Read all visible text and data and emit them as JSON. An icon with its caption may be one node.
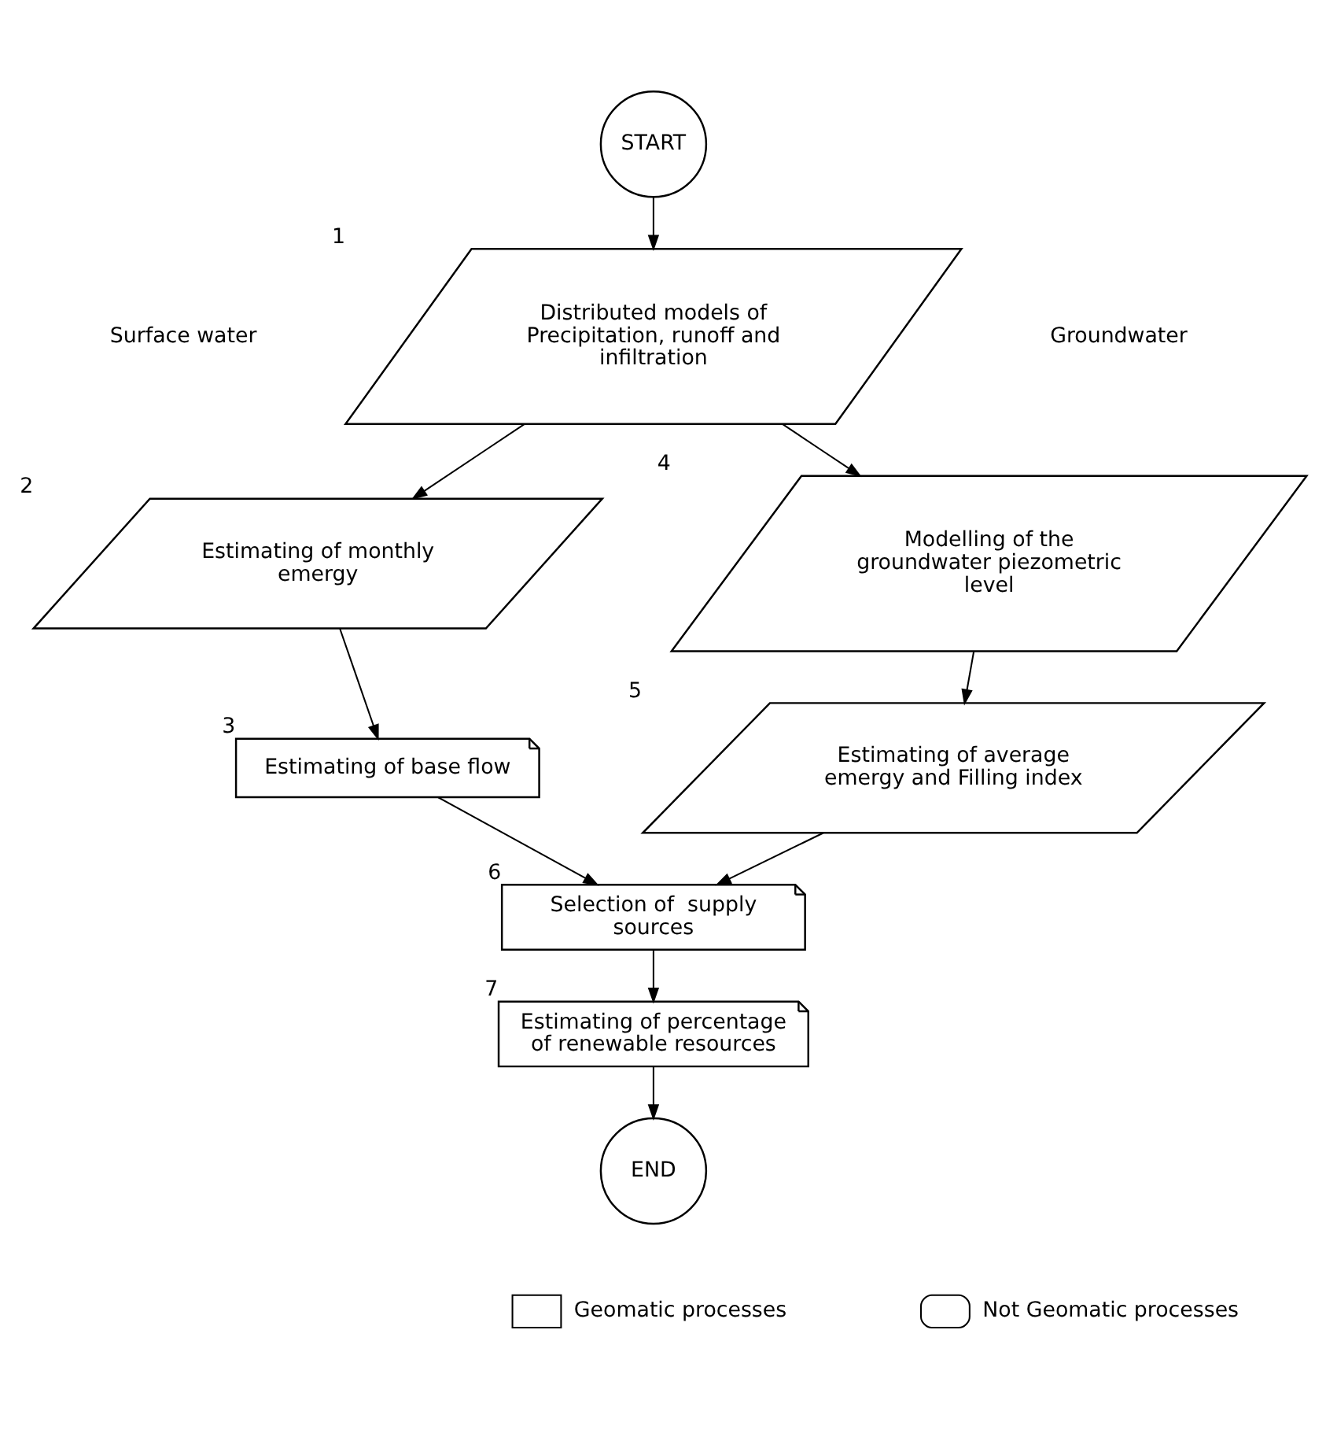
{
  "diagram": {
    "nodes": [
      {
        "text": [
          "START"
        ]
      },
      {
        "text": [
          "Distributed models of Precipitation, runoff and infiltration"
        ],
        "beside": [
          "1"
        ]
      },
      {
        "text": [
          "Estimating of monthly emergy"
        ],
        "beside": [
          "2"
        ]
      },
      {
        "text": [
          "Estimating of base flow"
        ],
        "beside": [
          "3"
        ]
      },
      {
        "text": [
          "Modelling of the groundwater piezometric level"
        ],
        "beside": [
          "4"
        ]
      },
      {
        "text": [
          "Estimating of average emergy and Filling index"
        ],
        "beside": [
          "5"
        ]
      },
      {
        "text": [
          "Selection of  supply sources"
        ],
        "beside": [
          "6"
        ]
      },
      {
        "text": [
          "Estimating of percentage of renewable resources"
        ],
        "beside": [
          "7"
        ]
      },
      {
        "text": [
          "END"
        ]
      }
    ],
    "edges": [
      {
        "from": 0,
        "to": 1,
        "arrow": "to"
      },
      {
        "from": 1,
        "to": 2,
        "arrow": "to"
      },
      {
        "from": 1,
        "to": 4,
        "arrow": "to"
      },
      {
        "from": 2,
        "to": 3,
        "arrow": "to"
      },
      {
        "from": 4,
        "to": 5,
        "arrow": "to"
      },
      {
        "from": 3,
        "to": 6,
        "arrow": "to"
      },
      {
        "from": 5,
        "to": 6,
        "arrow": "to"
      },
      {
        "from": 6,
        "to": 7,
        "arrow": "to"
      },
      {
        "from": 7,
        "to": 8,
        "arrow": "to"
      }
    ],
    "labels": [
      "Surface water",
      "Groundwater"
    ],
    "legend": [
      {
        "text": "Geomatic processes"
      },
      {
        "text": "Not Geomatic processes"
      }
    ]
  }
}
